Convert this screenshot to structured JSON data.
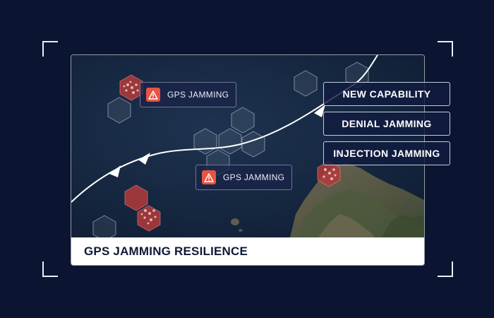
{
  "map_alerts": [
    {
      "label": "GPS JAMMING",
      "icon": "warning-icon"
    },
    {
      "label": "GPS JAMMING",
      "icon": "warning-icon"
    }
  ],
  "capabilities": [
    {
      "label": "NEW CAPABILITY"
    },
    {
      "label": "DENIAL JAMMING"
    },
    {
      "label": "INJECTION JAMMING"
    }
  ],
  "caption": {
    "title": "GPS JAMMING RESILIENCE"
  },
  "colors": {
    "background": "#0b1430",
    "jamming_zone": "#b33b3b",
    "warning": "#e8543f",
    "caption_bg": "#ffffff",
    "caption_text": "#0f1934"
  }
}
